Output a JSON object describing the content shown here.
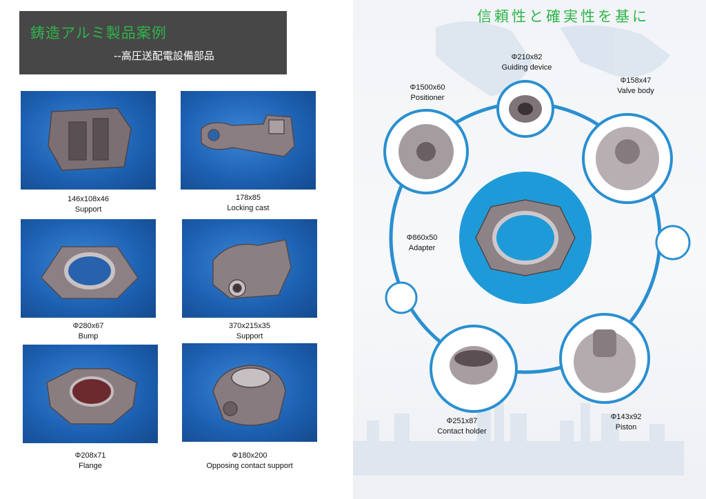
{
  "header": {
    "title": "鋳造アルミ製品案例",
    "subtitle": "--高圧送配電設備部品"
  },
  "right_title": "信頼性と確実性を基に",
  "left_products": [
    {
      "dims": "146x108x46",
      "name": "Support"
    },
    {
      "dims": "178x85",
      "name": "Locking cast"
    },
    {
      "dims": "Φ280x67",
      "name": "Bump"
    },
    {
      "dims": "370x215x35",
      "name": "Support"
    },
    {
      "dims": "Φ208x71",
      "name": "Flange"
    },
    {
      "dims": "Φ180x200",
      "name": "Opposing contact support"
    }
  ],
  "circle_products": [
    {
      "dims": "Φ210x82",
      "name": "Guiding device"
    },
    {
      "dims": "Φ1500x60",
      "name": "Positioner"
    },
    {
      "dims": "Φ158x47",
      "name": "Valve body"
    },
    {
      "dims": "Φ860x50",
      "name": "Adapter"
    },
    {
      "dims": "Φ251x87",
      "name": "Contact holder"
    },
    {
      "dims": "Φ143x92",
      "name": "Piston"
    }
  ],
  "colors": {
    "accent_green": "#2fb44a",
    "header_bg": "#474747",
    "ring_blue": "#2a8fd0",
    "photo_blue": "#1c5fb0",
    "center_blue": "#1f9ad8"
  }
}
